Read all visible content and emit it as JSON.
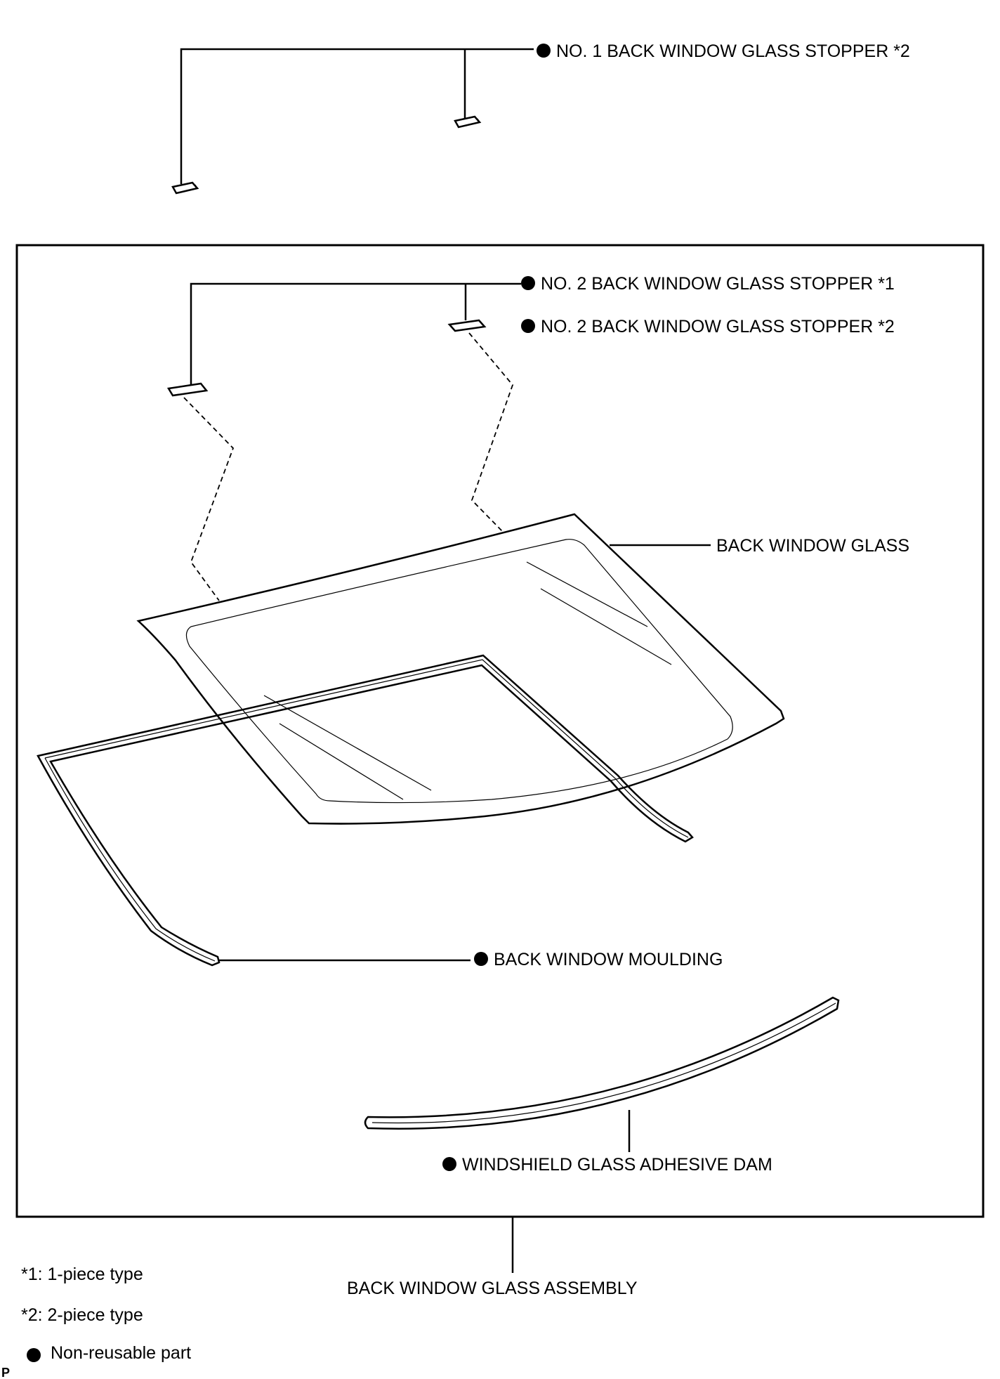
{
  "labels": {
    "no1_stopper": "NO. 1 BACK WINDOW GLASS STOPPER *2",
    "no2_stopper_1": "NO. 2 BACK WINDOW GLASS STOPPER *1",
    "no2_stopper_2": "NO. 2 BACK WINDOW GLASS STOPPER *2",
    "back_window_glass": "BACK WINDOW GLASS",
    "back_window_moulding": "BACK WINDOW MOULDING",
    "adhesive_dam": "WINDSHIELD GLASS ADHESIVE DAM",
    "assembly": "BACK WINDOW GLASS ASSEMBLY"
  },
  "legend": {
    "note1": "*1: 1-piece type",
    "note2": "*2: 2-piece type",
    "non_reusable": "Non-reusable part"
  },
  "corner_mark": "P",
  "icons": {
    "non_reusable_marker": "filled-circle-icon"
  }
}
